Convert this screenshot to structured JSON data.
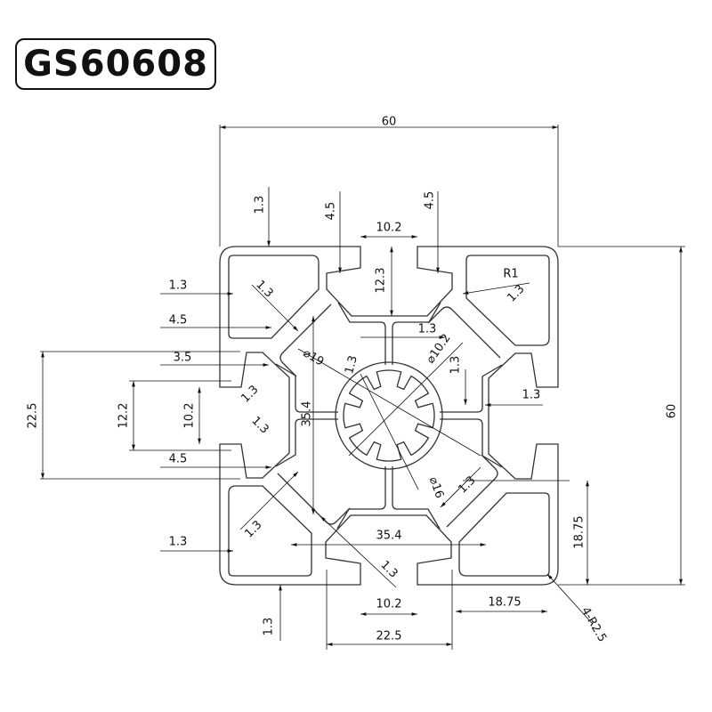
{
  "title": "GS60608",
  "dimensions": {
    "overall_width": "60",
    "overall_height": "60",
    "top_wall": "1.3",
    "slot_lip_left": "4.5",
    "slot_lip_right": "4.5",
    "slot_opening_top": "10.2",
    "slot_depth": "12.3",
    "corner_radius_inner": "R1",
    "web_diag_tr": "1.3",
    "left_wall": "1.3",
    "left_lip_top": "4.5",
    "left_step": "3.5",
    "left_span": "22.5",
    "left_inner": "12.2",
    "left_opening": "10.2",
    "left_lip_bottom": "4.5",
    "left_wall_bottom": "1.3",
    "web_diag_tl": "1.3",
    "ring_outer": "⌀19",
    "center_web_v": "1.3",
    "center_web_h": "1.3",
    "ring_inner": "⌀10.2",
    "right_web_v": "1.3",
    "right_web_h": "1.3",
    "inner_span_v": "35.4",
    "web_diag_l1": "1.3",
    "web_diag_l2": "1.3",
    "bore": "⌀16",
    "web_diag_br": "1.3",
    "inner_span_h": "35.4",
    "web_diag_bl": "1.3",
    "web_diag_b": "1.3",
    "half_height": "18.75",
    "half_width": "18.75",
    "outer_radius": "4-R2.5",
    "bottom_opening": "10.2",
    "bottom_wall": "1.3",
    "bottom_span": "22.5"
  }
}
